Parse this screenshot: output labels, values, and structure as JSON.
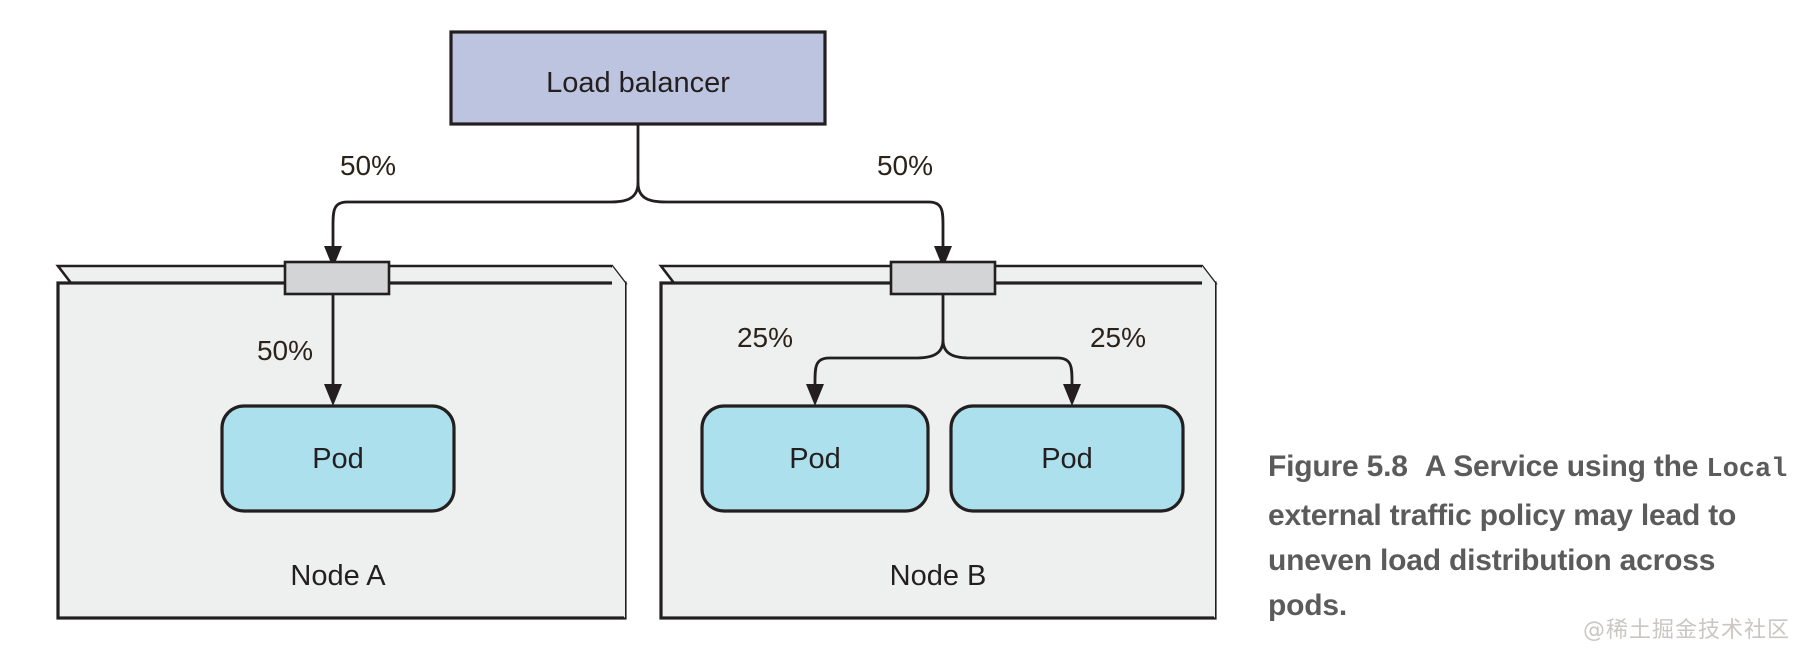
{
  "figure": {
    "caption_label": "Figure 5.8",
    "caption_part1": "A Service using the",
    "caption_mono": "Local",
    "caption_part2": "external traffic policy may lead to uneven load distribution across pods.",
    "watermark": "@稀土掘金技术社区"
  },
  "diagram": {
    "type": "node-graph",
    "load_balancer": {
      "label": "Load balancer",
      "fill": "#bdc4e0",
      "stroke": "#231f20"
    },
    "nodes": [
      {
        "label": "Node A",
        "fill": "#eef0f0",
        "inbound_share": "50%",
        "pods": [
          {
            "label": "Pod",
            "share": "50%",
            "fill": "#abe0ec"
          }
        ]
      },
      {
        "label": "Node B",
        "fill": "#eef0f0",
        "inbound_share": "50%",
        "pods": [
          {
            "label": "Pod",
            "share": "25%",
            "fill": "#abe0ec"
          },
          {
            "label": "Pod",
            "share": "25%",
            "fill": "#abe0ec"
          }
        ]
      }
    ],
    "port_connector": {
      "name": "node-port",
      "fill": "#d3d4d6"
    }
  }
}
